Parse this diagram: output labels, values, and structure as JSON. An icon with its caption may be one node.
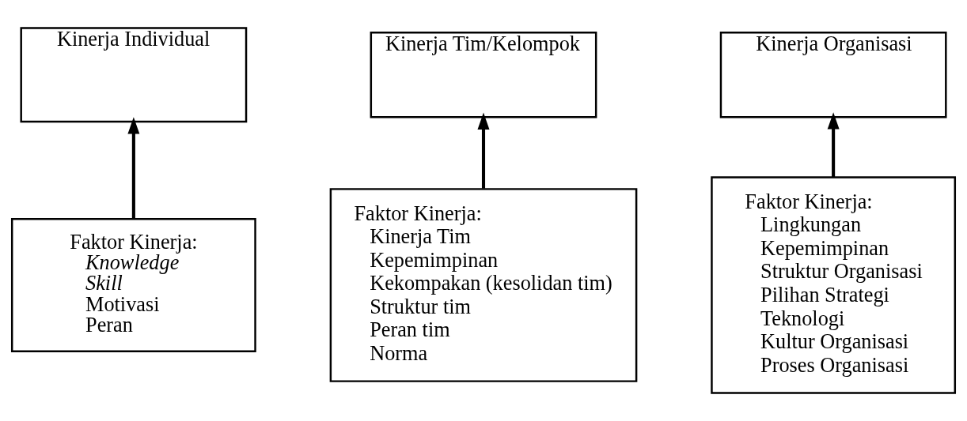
{
  "diagram": {
    "nodes": [
      {
        "text": [
          "Kinerja Individual"
        ]
      },
      {
        "text": [
          "Faktor Kinerja:",
          "Knowledge",
          "Skill",
          "Motivasi",
          "Peran"
        ]
      },
      {
        "text": [
          "Kinerja Tim/Kelompok"
        ]
      },
      {
        "text": [
          "Faktor Kinerja:",
          "Kinerja Tim",
          "Kepemimpinan",
          "Kekompakan (kesolidan tim)",
          "Struktur tim",
          "Peran tim",
          "Norma"
        ]
      },
      {
        "text": [
          "Kinerja Organisasi"
        ]
      },
      {
        "text": [
          "Faktor Kinerja:",
          "Lingkungan",
          "Kepemimpinan",
          "Struktur Organisasi",
          "Pilihan Strategi",
          "Teknologi",
          "Kultur Organisasi",
          "Proses Organisasi"
        ]
      }
    ],
    "edges": [
      {
        "from": 1,
        "to": 0,
        "arrow": "to"
      },
      {
        "from": 3,
        "to": 2,
        "arrow": "to"
      },
      {
        "from": 5,
        "to": 4,
        "arrow": "to"
      }
    ]
  }
}
